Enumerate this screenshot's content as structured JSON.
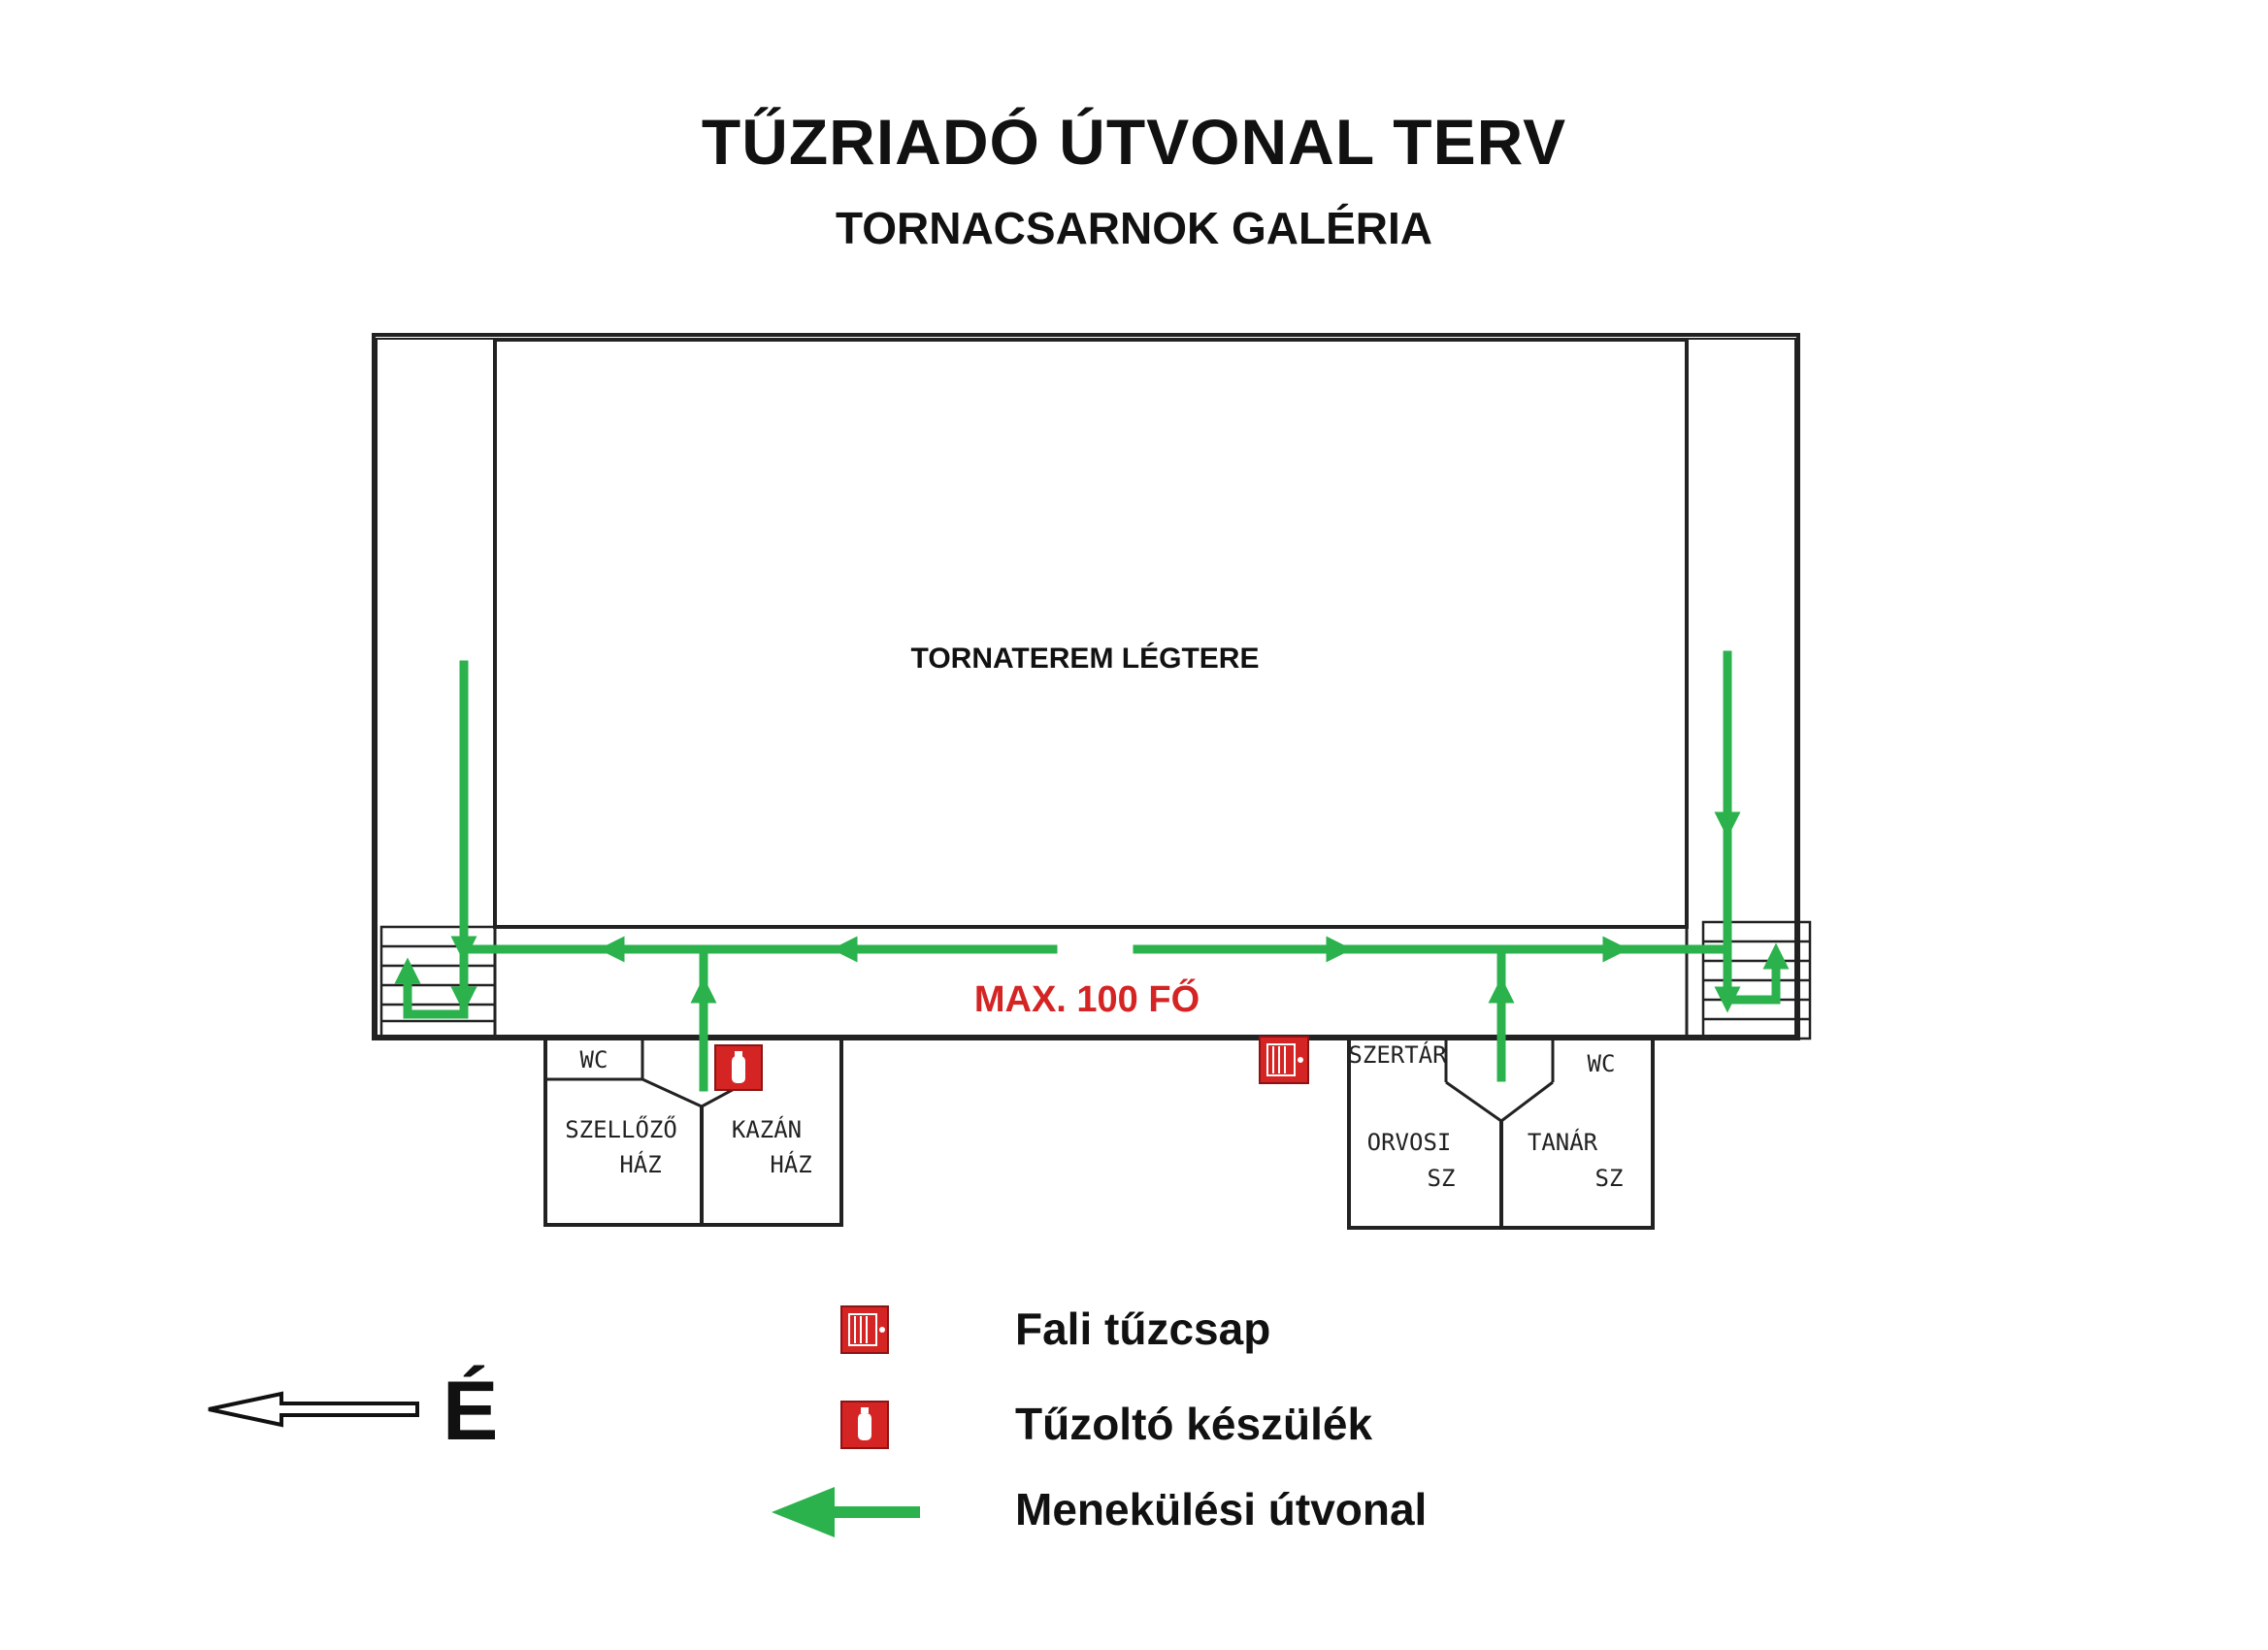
{
  "header": {
    "title": "TŰZRIADÓ ÚTVONAL TERV",
    "subtitle": "TORNACSARNOK GALÉRIA"
  },
  "plan": {
    "hall_label": "TORNATEREM LÉGTERE",
    "capacity_label": "MAX. 100 FŐ",
    "rooms_left": {
      "wc": "WC",
      "room_a_line1": "SZELLŐZŐ",
      "room_a_line2": "HÁZ",
      "room_b_line1": "KAZÁN",
      "room_b_line2": "HÁZ"
    },
    "rooms_right": {
      "small": "SZERTÁR",
      "wc": "WC",
      "room_c_line1": "ORVOSI",
      "room_c_line2": "SZ",
      "room_d_line1": "TANÁR",
      "room_d_line2": "SZ"
    }
  },
  "legend": {
    "hydrant": "Fali tűzcsap",
    "extinguisher": "Tűzoltó készülék",
    "route": "Menekülési útvonal"
  },
  "compass": {
    "north": "É"
  },
  "colors": {
    "route_green": "#2bb24c",
    "sign_red": "#d42424",
    "capacity_red": "#d42424",
    "line_dark": "#222222"
  },
  "icons": {
    "hydrant": "fire-hydrant-icon",
    "extinguisher": "fire-extinguisher-icon",
    "route": "escape-route-arrow-icon",
    "north": "north-arrow-icon"
  }
}
